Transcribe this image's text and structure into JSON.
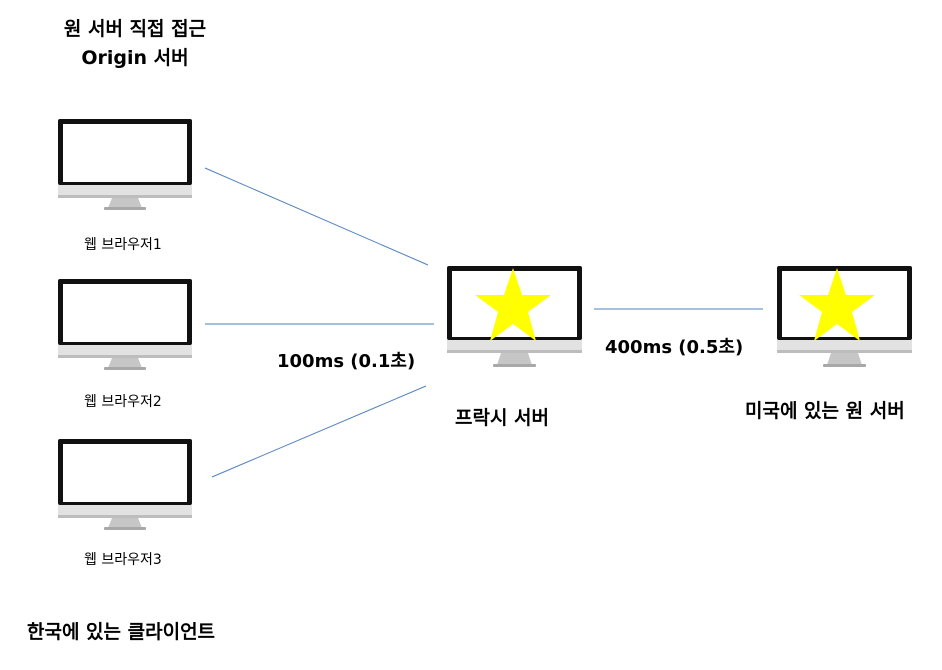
{
  "title": {
    "line1": "원 서버 직접 접근",
    "line2": "Origin 서버"
  },
  "browsers": [
    {
      "label": "웹 브라우저1"
    },
    {
      "label": "웹 브라우저2"
    },
    {
      "label": "웹 브라우저3"
    }
  ],
  "proxy": {
    "label": "프락시 서버"
  },
  "origin": {
    "label": "미국에 있는 원 서버"
  },
  "timings": {
    "client_to_proxy": "100ms (0.1초)",
    "proxy_to_origin": "400ms (0.5초)"
  },
  "footer": {
    "label": "한국에 있는 클라이언트"
  },
  "colors": {
    "line": "#4f81bd",
    "star": "#ffff00",
    "monitor_frame": "#111111",
    "monitor_stand": "#cfcfcf"
  }
}
